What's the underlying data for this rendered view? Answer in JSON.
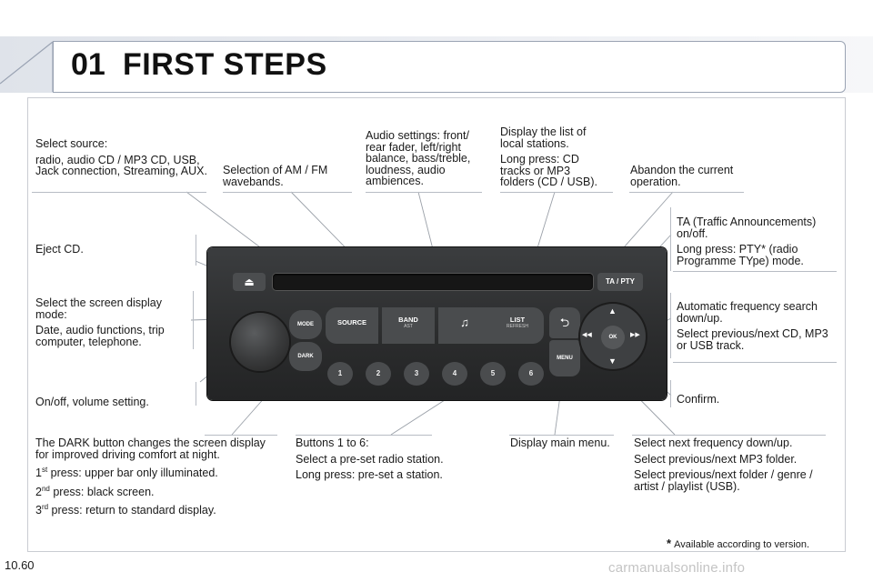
{
  "header": {
    "chapter": "01",
    "title": "FIRST STEPS"
  },
  "labels": {
    "select_source": {
      "title": "Select source:",
      "body": "radio, audio CD / MP3 CD, USB, Jack connection, Streaming, AUX."
    },
    "band": {
      "body": "Selection of AM / FM wavebands."
    },
    "audio": {
      "body": "Audio settings: front/ rear fader, left/right balance, bass/treble, loudness, audio ambiences."
    },
    "list": {
      "title": "Display the list of local stations.",
      "body": "Long press: CD tracks or MP3 folders (CD / USB)."
    },
    "abandon": {
      "body": "Abandon the current operation."
    },
    "ta": {
      "title": "TA (Traffic Announcements) on/off.",
      "body": "Long press: PTY* (radio Programme TYpe) mode."
    },
    "eject": {
      "body": "Eject CD."
    },
    "screen_mode": {
      "title": "Select the screen display mode:",
      "body": "Date, audio functions, trip computer, telephone."
    },
    "freq_search": {
      "title": "Automatic frequency search down/up.",
      "body": "Select previous/next CD, MP3 or USB track."
    },
    "volume": {
      "body": "On/off, volume setting."
    },
    "confirm": {
      "body": "Confirm."
    },
    "dark": {
      "title": "The DARK button changes the screen display for improved driving comfort at night.",
      "l1_ord": "1",
      "l1_sup": "st",
      "l1": " press: upper bar only illuminated.",
      "l2_ord": "2",
      "l2_sup": "nd",
      "l2": " press: black screen.",
      "l3_ord": "3",
      "l3_sup": "rd",
      "l3": " press: return to standard display."
    },
    "presets": {
      "title": "Buttons 1 to 6:",
      "l1": "Select a pre-set radio station.",
      "l2": "Long press: pre-set a station."
    },
    "menu": {
      "body": "Display main menu."
    },
    "nav": {
      "l1": "Select next frequency down/up.",
      "l2": "Select previous/next MP3 folder.",
      "l3": "Select previous/next folder / genre / artist / playlist (USB)."
    }
  },
  "radio": {
    "eject_glyph": "⏏",
    "ta_pty": "TA / PTY",
    "mode": "MODE",
    "dark": "DARK",
    "source": "SOURCE",
    "band": "BAND",
    "band_sub": "AST",
    "note_glyph": "♫",
    "list": "LIST",
    "list_sub": "REFRESH",
    "back_glyph": "⮌",
    "menu": "MENU",
    "ok": "OK",
    "presets": [
      "1",
      "2",
      "3",
      "4",
      "5",
      "6"
    ],
    "up": "▲",
    "down": "▼",
    "left": "◀◀",
    "right": "▶▶"
  },
  "footnote": {
    "star": "*",
    "text": "Available according to version."
  },
  "page_number": "10.60",
  "watermark": "carmanualsonline.info"
}
